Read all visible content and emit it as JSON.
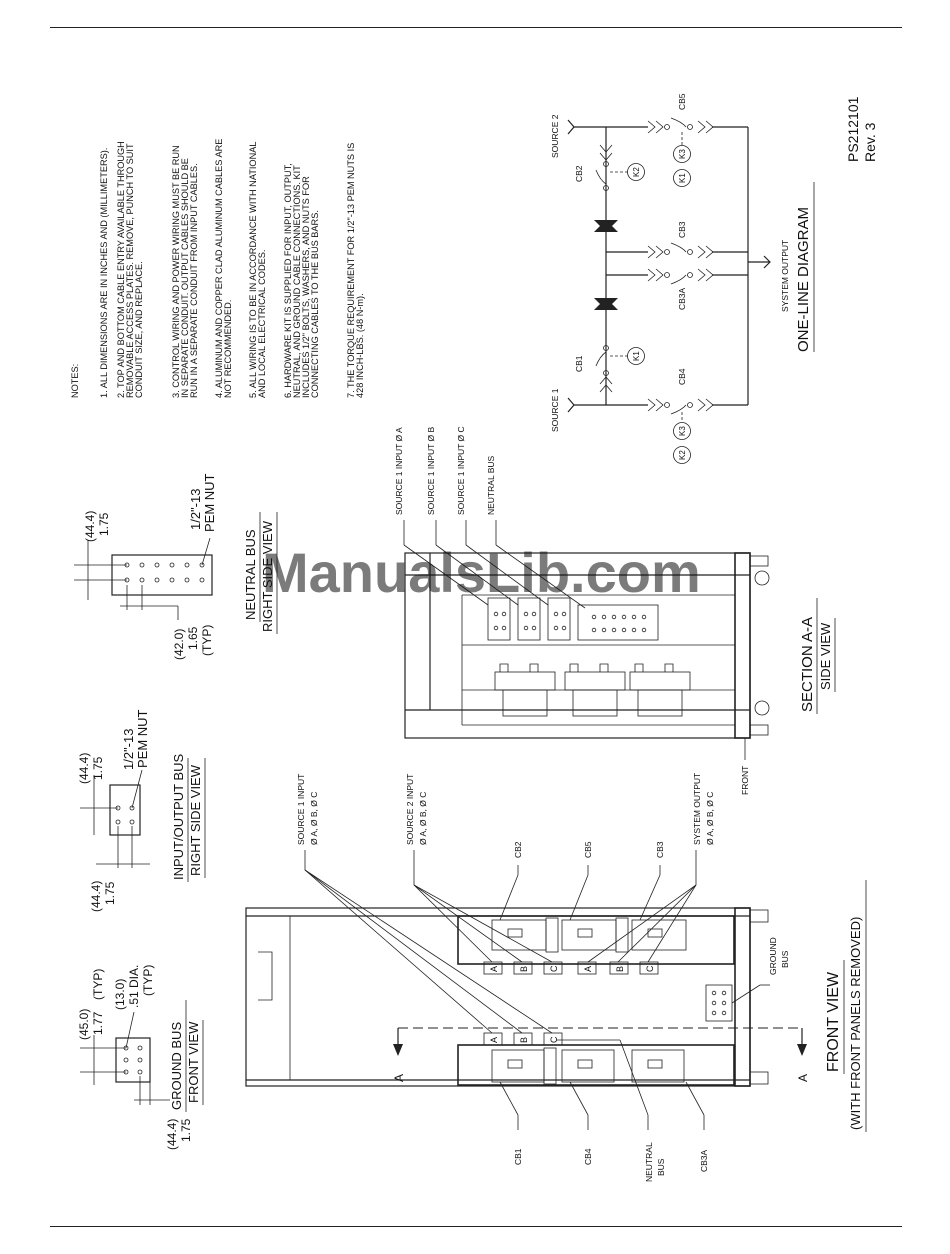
{
  "notes": {
    "heading": "NOTES:",
    "items": [
      [
        "1. ALL DIMENSIONS ARE IN INCHES AND (MILLIMETERS)."
      ],
      [
        "2. TOP AND BOTTOM CABLE ENTRY AVAILABLE THROUGH",
        "REMOVABLE ACCESS PLATES. REMOVE, PUNCH TO SUIT",
        "CONDUIT SIZE, AND REPLACE."
      ],
      [
        "3. CONTROL WIRING AND POWER WIRING MUST BE RUN",
        "IN SEPARATE CONDUIT. OUTPUT CABLES SHOULD BE",
        "RUN IN A SEPARATE CONDUIT FROM INPUT CABLES."
      ],
      [
        "4. ALUMINUM AND COPPER CLAD ALUMINUM CABLES ARE",
        "NOT RECOMMENDED."
      ],
      [
        "5. ALL WIRING IS TO BE IN ACCORDANCE WITH NATIONAL",
        "AND LOCAL ELECTRICAL CODES."
      ],
      [
        "6. HARDWARE KIT IS SUPPLIED FOR INPUT, OUTPUT,",
        "NEUTRAL, AND GROUND CABLE CONNECTIONS. KIT",
        "INCLUDES 1/2\" BOLTS, WASHERS, AND NUTS FOR",
        "CONNECTING CABLES TO THE BUS BARS."
      ],
      [
        "7. THE TORQUE REQUIREMENT FOR 1/2\"-13 PEM NUTS IS",
        "428 INCH-LBS. (48 N-m)."
      ]
    ]
  },
  "doc": {
    "number": "PS212101",
    "revision": "Rev. 3"
  },
  "watermark": "ManualsLib.com",
  "one_line": {
    "title": "ONE-LINE DIAGRAM",
    "source1": "SOURCE 1",
    "source2": "SOURCE 2",
    "system_output": "SYSTEM OUTPUT",
    "cb1": "CB1",
    "cb2": "CB2",
    "cb3": "CB3",
    "cb3a": "CB3A",
    "cb4": "CB4",
    "cb5": "CB5",
    "k1": "K1",
    "k2": "K2",
    "k3": "K3"
  },
  "neutral_bus_view": {
    "title1": "NEUTRAL BUS",
    "title2": "RIGHT SIDE VIEW",
    "dim1_mm": "(44.4)",
    "dim1_in": "1.75",
    "dim2_mm": "(42.0)",
    "dim2_in": "1.65",
    "dim2_typ": "(TYP)",
    "nut1": "1/2\"-13",
    "nut2": "PEM NUT"
  },
  "io_bus_view": {
    "title1": "INPUT/OUTPUT BUS",
    "title2": "RIGHT SIDE VIEW",
    "dim1_mm": "(44.4)",
    "dim1_in": "1.75",
    "dim2_mm": "(44.4)",
    "dim2_in": "1.75",
    "nut1": "1/2\"-13",
    "nut2": "PEM NUT"
  },
  "ground_bus_view": {
    "title1": "GROUND BUS",
    "title2": "FRONT VIEW",
    "dim1_mm": "(45.0)",
    "dim1_in": "1.77",
    "dim1_typ": "(TYP)",
    "dim2_mm": "(13.0)",
    "dim2_in": ".51 DIA.",
    "dim2_typ": "(TYP)",
    "dim3_mm": "(44.4)",
    "dim3_in": "1.75"
  },
  "section_view": {
    "title1": "SECTION A-A",
    "title2": "SIDE VIEW",
    "front": "FRONT",
    "labels": [
      "SOURCE 1 INPUT Ø A",
      "SOURCE 1 INPUT Ø B",
      "SOURCE 1 INPUT Ø C",
      "NEUTRAL BUS"
    ]
  },
  "front_view": {
    "title1": "FRONT VIEW",
    "title2": "(WITH FRONT PANELS REMOVED)",
    "src1_label1": "SOURCE 1 INPUT",
    "src1_label2": "Ø A, Ø B, Ø C",
    "src2_label1": "SOURCE 2 INPUT",
    "src2_label2": "Ø A, Ø B, Ø C",
    "out_label1": "SYSTEM OUTPUT",
    "out_label2": "Ø A, Ø B, Ø C",
    "cb1": "CB1",
    "cb2": "CB2",
    "cb3": "CB3",
    "cb3a": "CB3A",
    "cb4": "CB4",
    "cb5": "CB5",
    "neutral1": "NEUTRAL",
    "neutral2": "BUS",
    "ground1": "GROUND",
    "ground2": "BUS",
    "section_mark": "A",
    "phase_a": "A",
    "phase_b": "B",
    "phase_c": "C"
  }
}
